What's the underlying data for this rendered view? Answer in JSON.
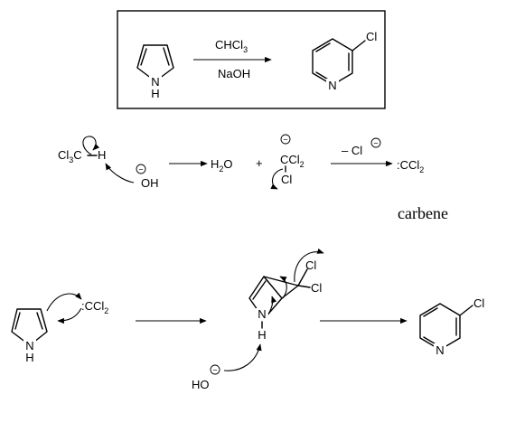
{
  "summary_box": {
    "reagent_top_prefix": "CHCl",
    "reagent_top_sub": "3",
    "reagent_bottom": "NaOH",
    "reactant_label": "N",
    "reactant_h": "H",
    "product_substituent": "Cl",
    "product_n": "N"
  },
  "mechanism_step1": {
    "chloroform_prefix": "Cl",
    "chloroform_sub": "3",
    "chloroform_c": "C",
    "chloroform_h": "H",
    "hydroxide": "OH",
    "water_prefix": "H",
    "water_sub": "2",
    "water_o": "O",
    "plus": "+",
    "anion_prefix": "CCl",
    "anion_sub": "2",
    "anion_leaving": "Cl",
    "arrow_label_prefix": "– Cl",
    "carbene_product_prefix": ":CCl",
    "carbene_product_sub": "2",
    "carbene_caption": "carbene",
    "charge_symbol": "−"
  },
  "mechanism_step2": {
    "pyrrole_n": "N",
    "pyrrole_h": "H",
    "carbene_prefix": ":CCl",
    "carbene_sub": "2",
    "intermediate_cl_top": "Cl",
    "intermediate_cl_bottom": "Cl",
    "intermediate_n": "N",
    "intermediate_h": "H",
    "base_label": "HO",
    "product_substituent": "Cl",
    "product_n": "N",
    "charge_symbol": "−"
  }
}
